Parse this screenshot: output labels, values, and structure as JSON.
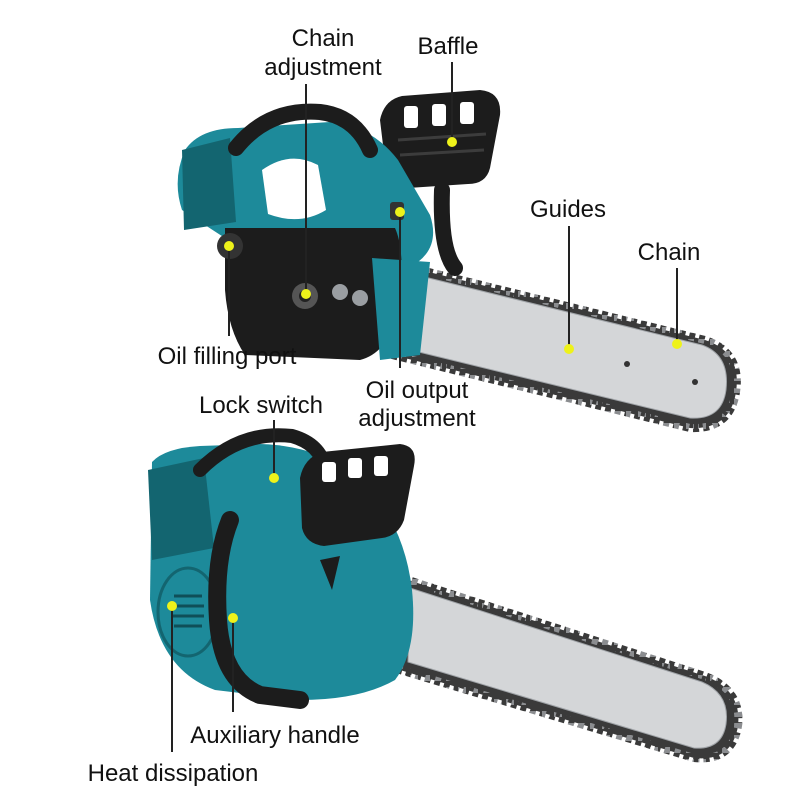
{
  "colors": {
    "body_teal": "#1d8a9a",
    "body_teal_dark": "#136570",
    "housing_black": "#1c1c1c",
    "bar_silver": "#d4d6d8",
    "chain_dark": "#3a3a3a",
    "marker_yellow": "#eef21a",
    "leader_line": "#222222",
    "label_text": "#111111"
  },
  "top_view": {
    "labels": {
      "chain_adjustment": [
        "Chain",
        "adjustment"
      ],
      "baffle": "Baffle",
      "guides": "Guides",
      "chain": "Chain",
      "oil_filling_port": "Oil filling port",
      "oil_output_adjustment": [
        "Oil output",
        "adjustment"
      ]
    }
  },
  "bottom_view": {
    "labels": {
      "lock_switch": "Lock switch",
      "auxiliary_handle": "Auxiliary handle",
      "heat_dissipation": "Heat dissipation"
    }
  }
}
